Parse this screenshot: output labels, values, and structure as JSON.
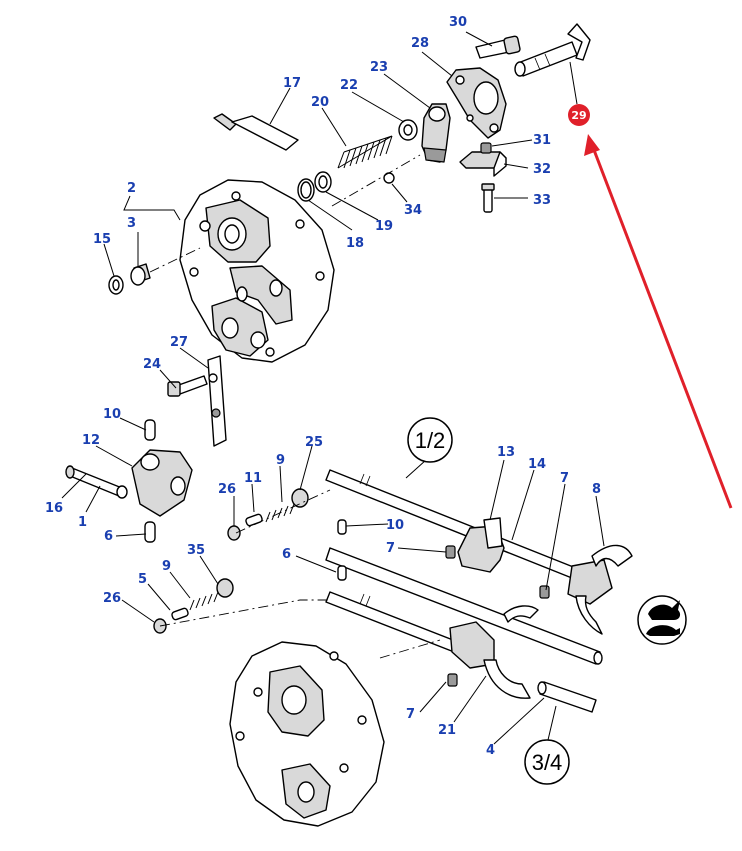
{
  "diagram": {
    "callouts": [
      {
        "id": "c30",
        "text": "30"
      },
      {
        "id": "c28",
        "text": "28"
      },
      {
        "id": "c17",
        "text": "17"
      },
      {
        "id": "c23",
        "text": "23"
      },
      {
        "id": "c22",
        "text": "22"
      },
      {
        "id": "c20",
        "text": "20"
      },
      {
        "id": "c31",
        "text": "31"
      },
      {
        "id": "c32",
        "text": "32"
      },
      {
        "id": "c33",
        "text": "33"
      },
      {
        "id": "c34",
        "text": "34"
      },
      {
        "id": "c19",
        "text": "19"
      },
      {
        "id": "c18",
        "text": "18"
      },
      {
        "id": "c2",
        "text": "2"
      },
      {
        "id": "c3",
        "text": "3"
      },
      {
        "id": "c15",
        "text": "15"
      },
      {
        "id": "c27",
        "text": "27"
      },
      {
        "id": "c24",
        "text": "24"
      },
      {
        "id": "c10a",
        "text": "10"
      },
      {
        "id": "c12",
        "text": "12"
      },
      {
        "id": "c16",
        "text": "16"
      },
      {
        "id": "c1",
        "text": "1"
      },
      {
        "id": "c6a",
        "text": "6"
      },
      {
        "id": "c25",
        "text": "25"
      },
      {
        "id": "c11",
        "text": "11"
      },
      {
        "id": "c9a",
        "text": "9"
      },
      {
        "id": "c26a",
        "text": "26"
      },
      {
        "id": "c13",
        "text": "13"
      },
      {
        "id": "c14",
        "text": "14"
      },
      {
        "id": "c7a",
        "text": "7"
      },
      {
        "id": "c8",
        "text": "8"
      },
      {
        "id": "c10b",
        "text": "10"
      },
      {
        "id": "c7b",
        "text": "7"
      },
      {
        "id": "c6b",
        "text": "6"
      },
      {
        "id": "c35",
        "text": "35"
      },
      {
        "id": "c5",
        "text": "5"
      },
      {
        "id": "c9b",
        "text": "9"
      },
      {
        "id": "c26b",
        "text": "26"
      },
      {
        "id": "c7c",
        "text": "7"
      },
      {
        "id": "c21",
        "text": "21"
      },
      {
        "id": "c4",
        "text": "4"
      }
    ],
    "highlight": {
      "text": "29",
      "color": "#e0202a"
    },
    "arrow_color": "#e0202a",
    "group_labels": [
      {
        "id": "g12",
        "text": "1/2"
      },
      {
        "id": "g34",
        "text": "3/4"
      }
    ],
    "callout_color": "#1a3fb0"
  }
}
